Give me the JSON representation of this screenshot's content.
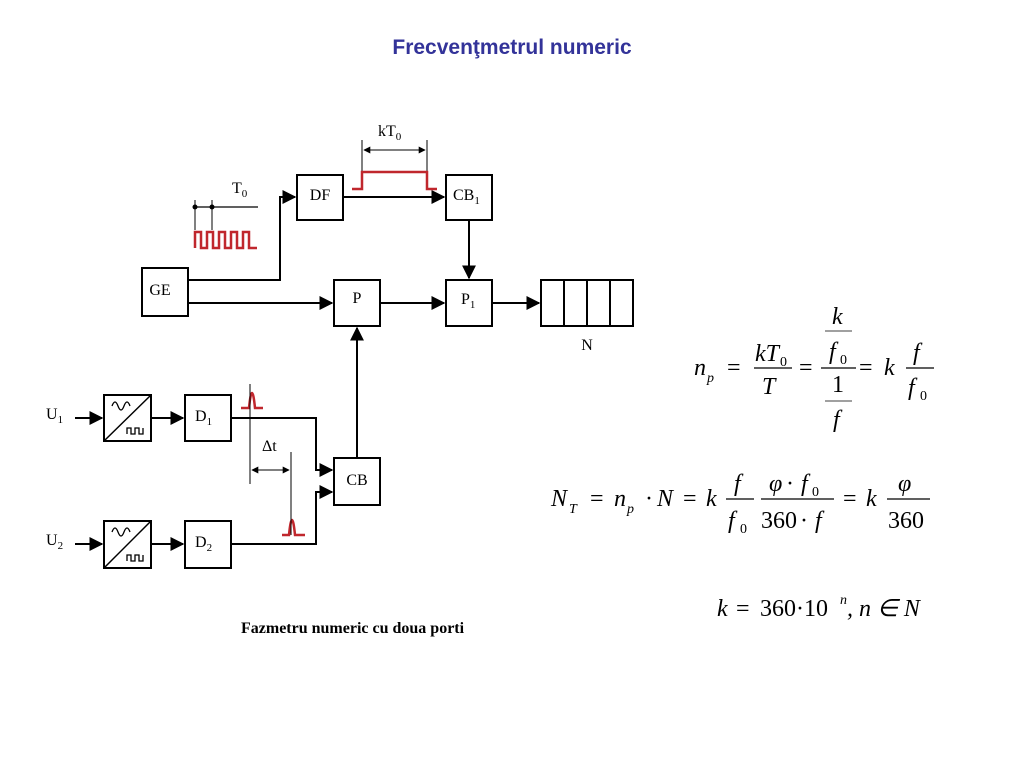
{
  "title": "Frecvenţmetrul numeric",
  "caption": "Fazmetru numeric cu doua porti",
  "colors": {
    "title": "#333399",
    "pulse": "#c0272d",
    "line": "#000000"
  },
  "blocks": {
    "df": "DF",
    "cb1": {
      "main": "CB",
      "sub": "1"
    },
    "ge": "GE",
    "p": "P",
    "p1": {
      "main": "P",
      "sub": "1"
    },
    "d1": {
      "main": "D",
      "sub": "1"
    },
    "d2": {
      "main": "D",
      "sub": "2"
    },
    "cb": "CB",
    "counter": "N"
  },
  "signals": {
    "t0": {
      "main": "T",
      "sub": "0"
    },
    "kt0": {
      "main": "kT",
      "sub": "0"
    },
    "dt": "Δt",
    "u1": {
      "main": "U",
      "sub": "1"
    },
    "u2": {
      "main": "U",
      "sub": "2"
    }
  },
  "formulas": {
    "f1": {
      "np": "n",
      "np_sub": "p",
      "eq": "=",
      "kT": "kT",
      "zero": "0",
      "T": "T",
      "k": "k",
      "f": "f",
      "one": "1"
    },
    "f2": {
      "N": "N",
      "N_sub": "T",
      "n": "n",
      "n_sub": "p",
      "dot": "·",
      "phi": "φ",
      "c360": "360",
      "zero": "0"
    },
    "f3": {
      "text_k": "k",
      "eq": "=",
      "val": "360·10",
      "exp": "n",
      "rest": ", n ∈ N"
    }
  }
}
